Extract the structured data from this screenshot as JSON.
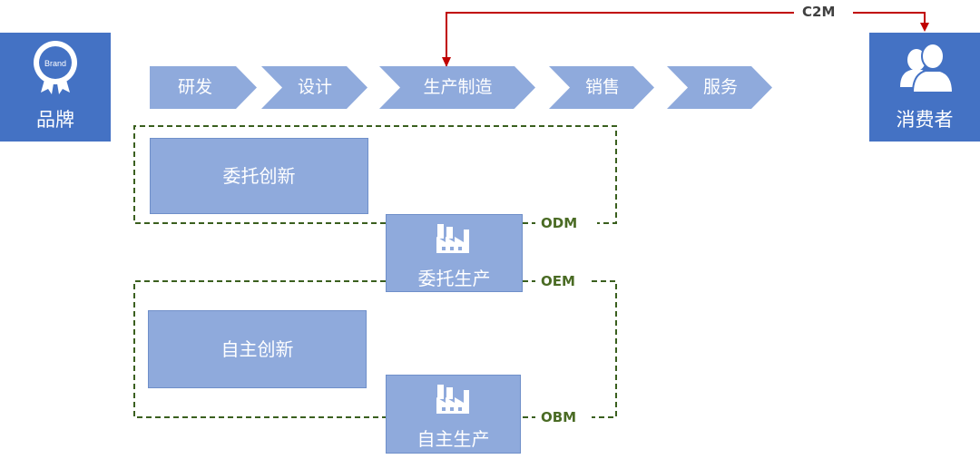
{
  "brand": {
    "label": "品牌",
    "badge_text": "Brand",
    "color": "#4472c4"
  },
  "consumer": {
    "label": "消费者",
    "color": "#4472c4"
  },
  "chain": {
    "color": "#8faadc",
    "steps": [
      {
        "label": "研发"
      },
      {
        "label": "设计"
      },
      {
        "label": "生产制造"
      },
      {
        "label": "销售"
      },
      {
        "label": "服务"
      }
    ]
  },
  "blocks": {
    "commissioned_innovation": "委托创新",
    "commissioned_production": "委托生产",
    "independent_innovation": "自主创新",
    "independent_production": "自主生产"
  },
  "models": {
    "odm": "ODM",
    "oem": "OEM",
    "obm": "OBM"
  },
  "c2m": {
    "label": "C2M",
    "line_color": "#c00000"
  },
  "colors": {
    "dashed_line": "#3a5f1e",
    "rect_fill": "#8faadc"
  }
}
